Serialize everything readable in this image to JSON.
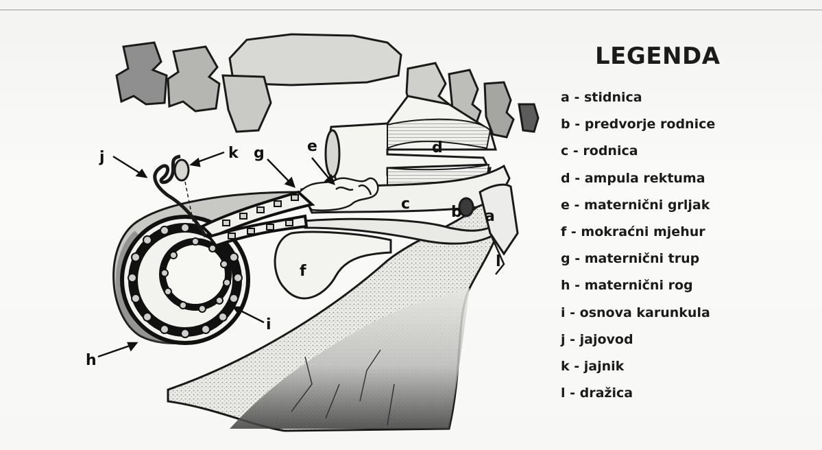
{
  "legend": {
    "title": "LEGENDA",
    "items": [
      {
        "key": "a",
        "text": "stidnica"
      },
      {
        "key": "b",
        "text": "predvorje rodnice"
      },
      {
        "key": "c",
        "text": "rodnica"
      },
      {
        "key": "d",
        "text": "ampula rektuma"
      },
      {
        "key": "e",
        "text": "maternični grljak"
      },
      {
        "key": "f",
        "text": "mokraćni mjehur"
      },
      {
        "key": "g",
        "text": "maternični trup"
      },
      {
        "key": "h",
        "text": "maternični rog"
      },
      {
        "key": "i",
        "text": "osnova karunkula"
      },
      {
        "key": "j",
        "text": "jajovod"
      },
      {
        "key": "k",
        "text": "jajnik"
      },
      {
        "key": "l",
        "text": "dražica"
      }
    ],
    "separator": " - "
  },
  "diagram_labels": {
    "a": "a",
    "b": "b",
    "c": "c",
    "d": "d",
    "e": "e",
    "f": "f",
    "g": "g",
    "h": "h",
    "i": "i",
    "j": "j",
    "k": "k",
    "l": "l"
  }
}
